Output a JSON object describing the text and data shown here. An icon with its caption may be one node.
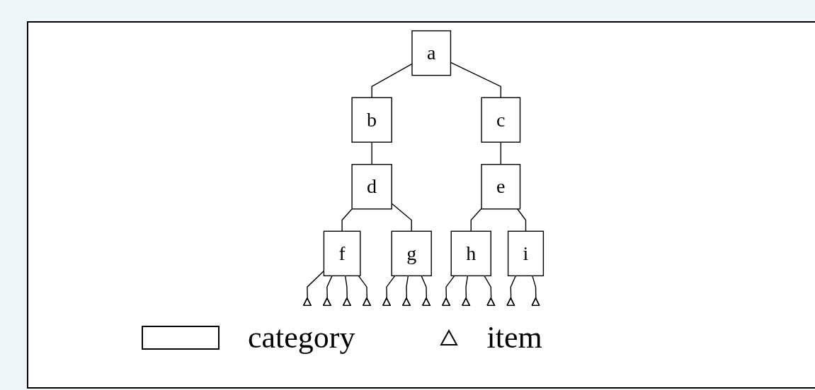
{
  "diagram": {
    "nodes": [
      {
        "text": [
          "a"
        ]
      },
      {
        "text": [
          "b"
        ]
      },
      {
        "text": [
          "c"
        ]
      },
      {
        "text": [
          "d"
        ]
      },
      {
        "text": [
          "e"
        ]
      },
      {
        "text": [
          "f"
        ]
      },
      {
        "text": [
          "g"
        ]
      },
      {
        "text": [
          "h"
        ]
      },
      {
        "text": [
          "i"
        ]
      },
      {
        "text": [],
        "shape": "triangle"
      },
      {
        "text": [],
        "shape": "triangle"
      },
      {
        "text": [],
        "shape": "triangle"
      },
      {
        "text": [],
        "shape": "triangle"
      },
      {
        "text": [],
        "shape": "triangle"
      },
      {
        "text": [],
        "shape": "triangle"
      },
      {
        "text": [],
        "shape": "triangle"
      },
      {
        "text": [],
        "shape": "triangle"
      },
      {
        "text": [],
        "shape": "triangle"
      },
      {
        "text": [],
        "shape": "triangle"
      },
      {
        "text": [],
        "shape": "triangle"
      },
      {
        "text": [],
        "shape": "triangle"
      }
    ],
    "edges": [
      {
        "from": 0,
        "to": 1,
        "arrow": "none"
      },
      {
        "from": 0,
        "to": 2,
        "arrow": "none"
      },
      {
        "from": 1,
        "to": 3,
        "arrow": "none"
      },
      {
        "from": 2,
        "to": 4,
        "arrow": "none"
      },
      {
        "from": 3,
        "to": 5,
        "arrow": "none"
      },
      {
        "from": 3,
        "to": 6,
        "arrow": "none"
      },
      {
        "from": 4,
        "to": 7,
        "arrow": "none"
      },
      {
        "from": 4,
        "to": 8,
        "arrow": "none"
      },
      {
        "from": 5,
        "to": 9,
        "arrow": "none"
      },
      {
        "from": 5,
        "to": 10,
        "arrow": "none"
      },
      {
        "from": 5,
        "to": 11,
        "arrow": "none"
      },
      {
        "from": 5,
        "to": 12,
        "arrow": "none"
      },
      {
        "from": 6,
        "to": 13,
        "arrow": "none"
      },
      {
        "from": 6,
        "to": 14,
        "arrow": "none"
      },
      {
        "from": 6,
        "to": 15,
        "arrow": "none"
      },
      {
        "from": 7,
        "to": 16,
        "arrow": "none"
      },
      {
        "from": 7,
        "to": 17,
        "arrow": "none"
      },
      {
        "from": 7,
        "to": 18,
        "arrow": "none"
      },
      {
        "from": 8,
        "to": 19,
        "arrow": "none"
      },
      {
        "from": 8,
        "to": 20,
        "arrow": "none"
      }
    ],
    "legend": [
      {
        "text": "category"
      },
      {
        "text": "item"
      }
    ]
  }
}
